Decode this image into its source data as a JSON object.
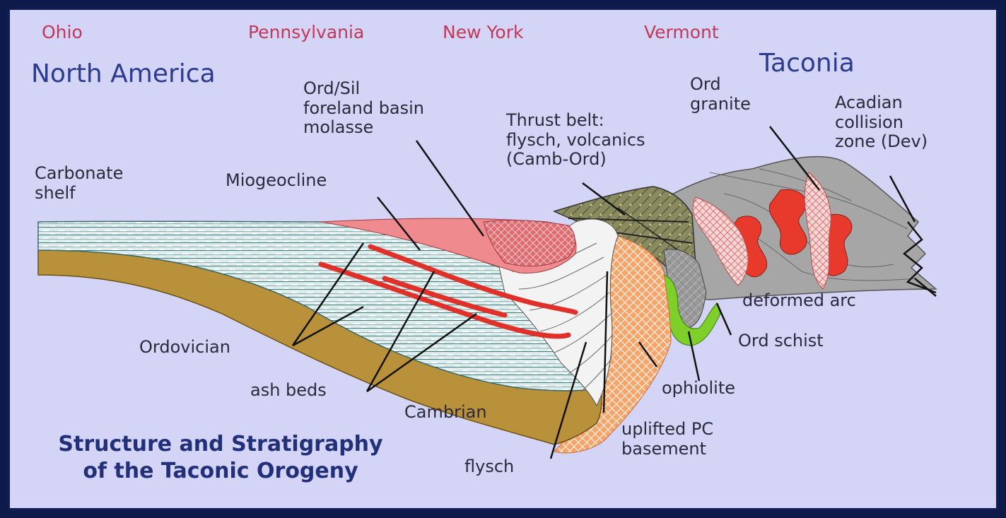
{
  "states": {
    "ohio": "Ohio",
    "pennsylvania": "Pennsylvania",
    "new_york": "New York",
    "vermont": "Vermont"
  },
  "regions": {
    "north_america": "North America",
    "taconia": "Taconia"
  },
  "labels": {
    "carbonate_shelf_1": "Carbonate",
    "carbonate_shelf_2": "shelf",
    "miogeocline": "Miogeocline",
    "foreland_1": "Ord/Sil",
    "foreland_2": "foreland basin",
    "foreland_3": "molasse",
    "thrust_1": "Thrust belt:",
    "thrust_2": "flysch, volcanics",
    "thrust_3": "(Camb-Ord)",
    "granite_1": "Ord",
    "granite_2": "granite",
    "acadian_1": "Acadian",
    "acadian_2": "collision",
    "acadian_3": "zone (Dev)",
    "ordovician": "Ordovician",
    "ash_beds": "ash beds",
    "cambrian": "Cambrian",
    "flysch": "flysch",
    "uplifted_1": "uplifted PC",
    "uplifted_2": "basement",
    "ophiolite": "ophiolite",
    "ord_schist": "Ord schist",
    "deformed_arc": "deformed arc"
  },
  "title": {
    "line1": "Structure and Stratigraphy",
    "line2": "of the Taconic Orogeny"
  },
  "colors": {
    "background": "#d4d4f6",
    "frame": "#101d52",
    "carbonate_shelf": "#d8ecec",
    "cambrian": "#b8913a",
    "molasse": "#ef8a8f",
    "ash_beds": "#e0302a",
    "uplifted_basement": "#f5a56b",
    "ophiolite": "#7fcf2a",
    "thrust_belt": "#8a8a60",
    "taconia": "#a8a8a8",
    "granite": "#e83a2c"
  }
}
